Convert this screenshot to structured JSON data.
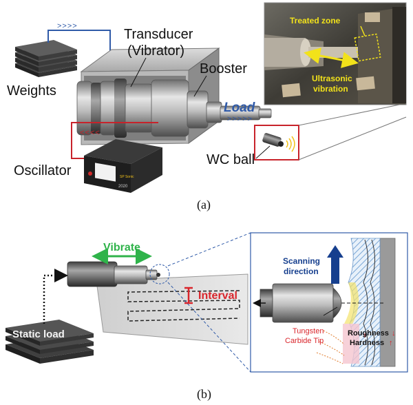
{
  "panel_a": {
    "caption": "(a)",
    "labels": {
      "transducer_line1": "Transducer",
      "transducer_line2": "(Vibrator)",
      "booster": "Booster",
      "weights": "Weights",
      "oscillator": "Oscillator",
      "load": "Load",
      "wc_ball": "WC ball",
      "weights_arrows": ">>>>",
      "oscillator_arrows": "<<<<",
      "load_arrows": ">>>>>",
      "device_brand": "SP Sonic",
      "device_model": "2020"
    },
    "inset": {
      "treated_zone": "Treated zone",
      "ultrasonic_line1": "Ultrasonic",
      "ultrasonic_line2": "vibration"
    }
  },
  "panel_b": {
    "caption": "(b)",
    "labels": {
      "vibrate": "Vibrate",
      "interval": "Interval",
      "static_load": "Static load"
    },
    "inset": {
      "scanning_line1": "Scanning",
      "scanning_line2": "direction",
      "tip_line1": "Tungsten",
      "tip_line2": "Carbide Tip",
      "roughness": "Roughness",
      "hardness": "Hardness",
      "roughness_arrow": "↓",
      "hardness_arrow": "↑"
    }
  },
  "colors": {
    "blue_line": "#2f5aa8",
    "red_line": "#c8222a",
    "yellow": "#f2e21a",
    "green": "#2fb34a",
    "dark_blue_arrow": "#163f8e",
    "interval_red": "#d9252b"
  }
}
